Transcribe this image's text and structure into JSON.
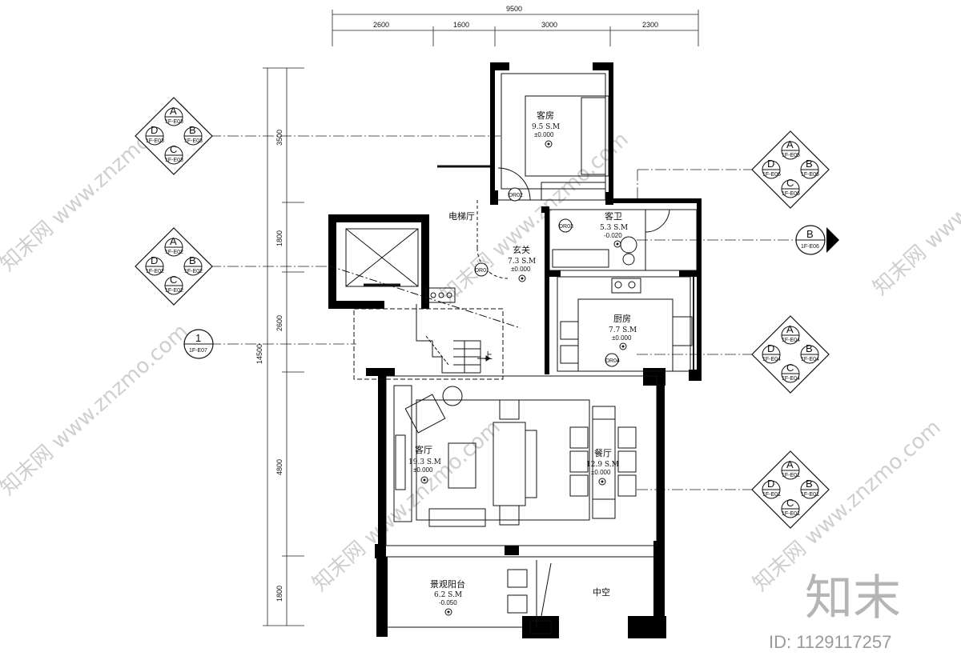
{
  "dimensions": {
    "top_total": "9500",
    "top_segments": [
      "2600",
      "1600",
      "3000",
      "2300"
    ],
    "left_total": "14500",
    "left_segments": [
      "3500",
      "1800",
      "2600",
      "4800",
      "1800"
    ]
  },
  "rooms": [
    {
      "name": "客房",
      "area": "9.5 S.M",
      "elev": "±0.000"
    },
    {
      "name": "客卫",
      "area": "5.3 S.M",
      "elev": "-0.020"
    },
    {
      "name": "电梯厅",
      "area": "",
      "elev": ""
    },
    {
      "name": "玄关",
      "area": "7.3 S.M",
      "elev": "±0.000"
    },
    {
      "name": "厨房",
      "area": "7.7 S.M",
      "elev": "±0.000"
    },
    {
      "name": "客厅",
      "area": "19.3 S.M",
      "elev": "±0.000"
    },
    {
      "name": "餐厅",
      "area": "12.9 S.M",
      "elev": "±0.000"
    },
    {
      "name": "景观阳台",
      "area": "6.2 S.M",
      "elev": "-0.050"
    },
    {
      "name": "中空",
      "area": "",
      "elev": ""
    }
  ],
  "stair_label": "上",
  "door_tags": [
    "DR02",
    "DR03",
    "DR01",
    "DR04"
  ],
  "diamonds": [
    {
      "a": "A",
      "b": "B",
      "c": "C",
      "d": "D",
      "ref_a": "1F-E03",
      "ref_b": "1F-E03",
      "ref_c": "1F-E03",
      "ref_d": "1F-E03"
    },
    {
      "a": "A",
      "b": "B",
      "c": "C",
      "d": "D",
      "ref_a": "1F-E02",
      "ref_b": "1F-E02",
      "ref_c": "1F-E02",
      "ref_d": "1F-E02"
    },
    {
      "a": "A",
      "b": "B",
      "c": "C",
      "d": "D",
      "ref_a": "1F-E05",
      "ref_b": "1F-E06",
      "ref_c": "1F-E06",
      "ref_d": "1F-E06"
    },
    {
      "a": "A",
      "b": "B",
      "c": "C",
      "d": "D",
      "ref_a": "1F-E04",
      "ref_b": "1F-E04",
      "ref_c": "1F-E04",
      "ref_d": "1F-E04"
    },
    {
      "a": "A",
      "b": "B",
      "c": "C",
      "d": "D",
      "ref_a": "1F-E01",
      "ref_b": "1F-E01",
      "ref_c": "1F-E01",
      "ref_d": "1F-E01"
    }
  ],
  "single_markers": [
    {
      "label": "B",
      "ref": "1F-E06"
    },
    {
      "label": "1",
      "ref": "1F-E07"
    }
  ],
  "watermark": {
    "repeat_text": "知末网 www.znzmo.com",
    "logo_text": "知末",
    "id_text": "ID: 1129117257"
  },
  "colors": {
    "wall": "#000000",
    "line": "#222222",
    "watermark": "#cfcfcf"
  }
}
